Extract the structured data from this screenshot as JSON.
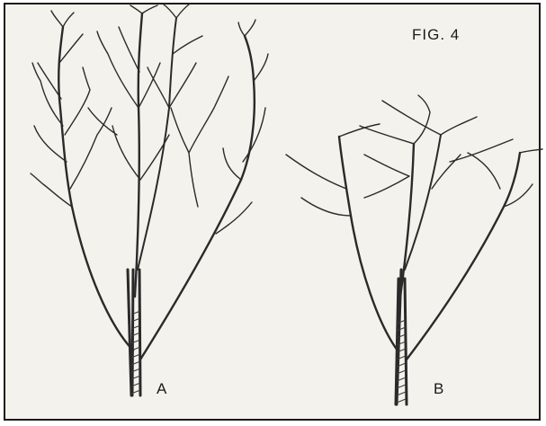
{
  "figure": {
    "title": "FIG. 4",
    "label_a": "A",
    "label_b": "B"
  }
}
